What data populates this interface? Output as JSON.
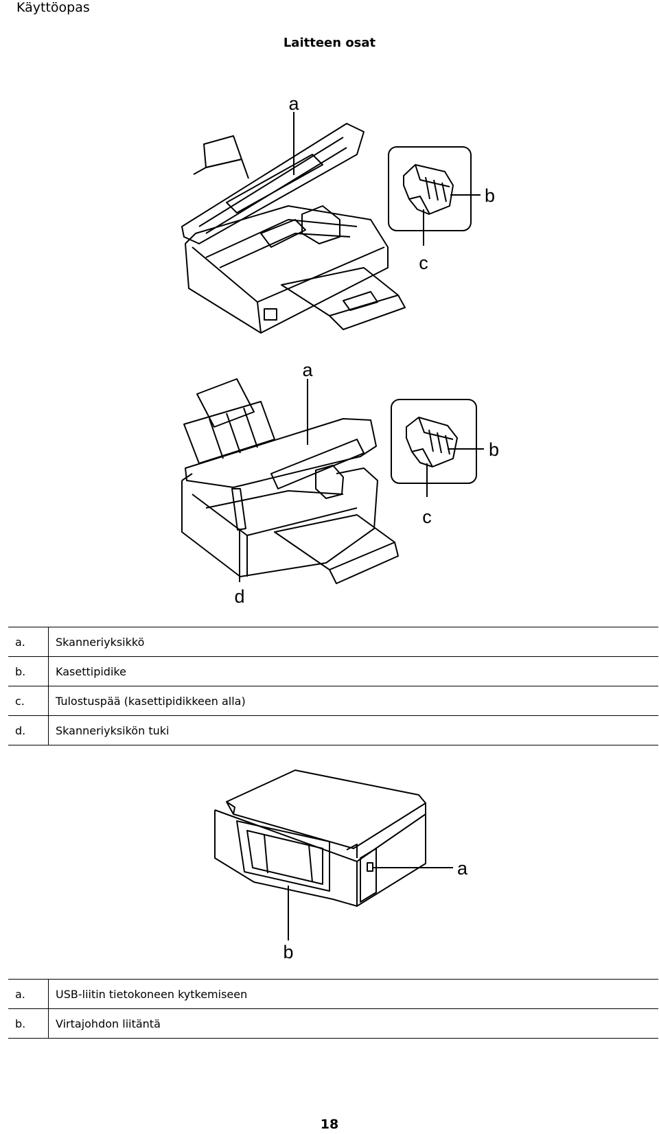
{
  "header": {
    "title": "Käyttöopas"
  },
  "section": {
    "title": "Laitteen osat"
  },
  "figure1": {
    "labels": {
      "a": "a",
      "b": "b",
      "c": "c"
    }
  },
  "figure2": {
    "labels": {
      "a": "a",
      "b": "b",
      "c": "c",
      "d": "d"
    }
  },
  "legend1": [
    {
      "key": "a.",
      "text": "Skanneriyksikkö"
    },
    {
      "key": "b.",
      "text": "Kasettipidike"
    },
    {
      "key": "c.",
      "text": "Tulostuspää (kasettipidikkeen alla)"
    },
    {
      "key": "d.",
      "text": "Skanneriyksikön tuki"
    }
  ],
  "figure3": {
    "labels": {
      "a": "a",
      "b": "b"
    }
  },
  "legend2": [
    {
      "key": "a.",
      "text": "USB-liitin tietokoneen kytkemiseen"
    },
    {
      "key": "b.",
      "text": "Virtajohdon liitäntä"
    }
  ],
  "footer": {
    "page_number": "18"
  }
}
